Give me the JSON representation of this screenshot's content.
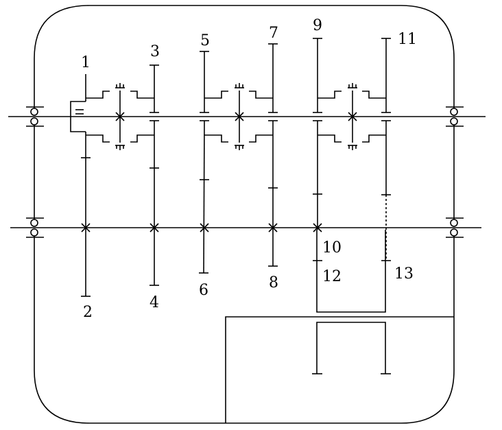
{
  "labels": {
    "g1": "1",
    "g2": "2",
    "g3": "3",
    "g4": "4",
    "g5": "5",
    "g6": "6",
    "g7": "7",
    "g8": "8",
    "g9": "9",
    "g10": "10",
    "g11": "11",
    "g12": "12",
    "g13": "13"
  },
  "colors": {
    "line": "#000000",
    "background": "#ffffff"
  }
}
